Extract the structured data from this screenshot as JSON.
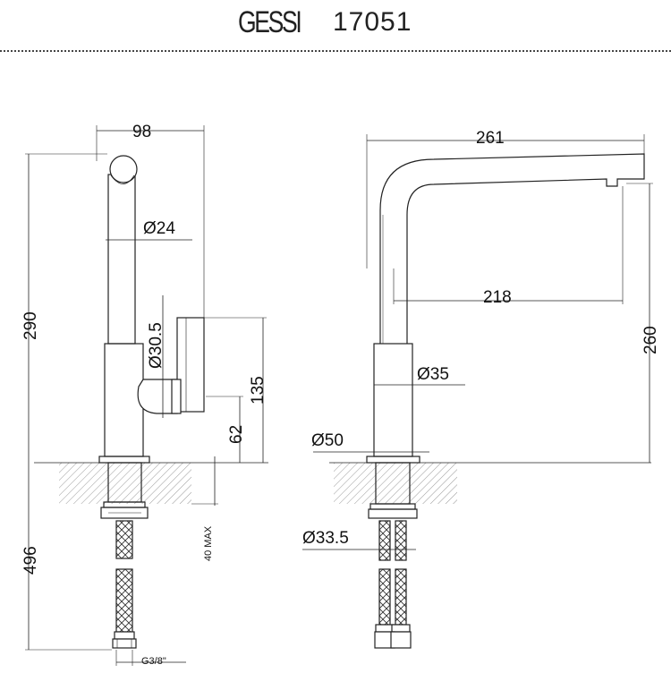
{
  "header": {
    "brand": "GESSI",
    "model": "17051"
  },
  "front_view": {
    "width_top": "98",
    "dia_spout": "Ø24",
    "dia_handle": "Ø30.5",
    "height_total": "290",
    "height_handle": "135",
    "height_lever_axis": "62",
    "below_deck": "496",
    "max_deck": "40 MAX",
    "thread": "G3/8\""
  },
  "side_view": {
    "reach_total": "261",
    "reach_spout": "218",
    "height_spout": "260",
    "dia_body": "Ø35",
    "dia_base": "Ø50",
    "dia_shank": "Ø33.5"
  }
}
